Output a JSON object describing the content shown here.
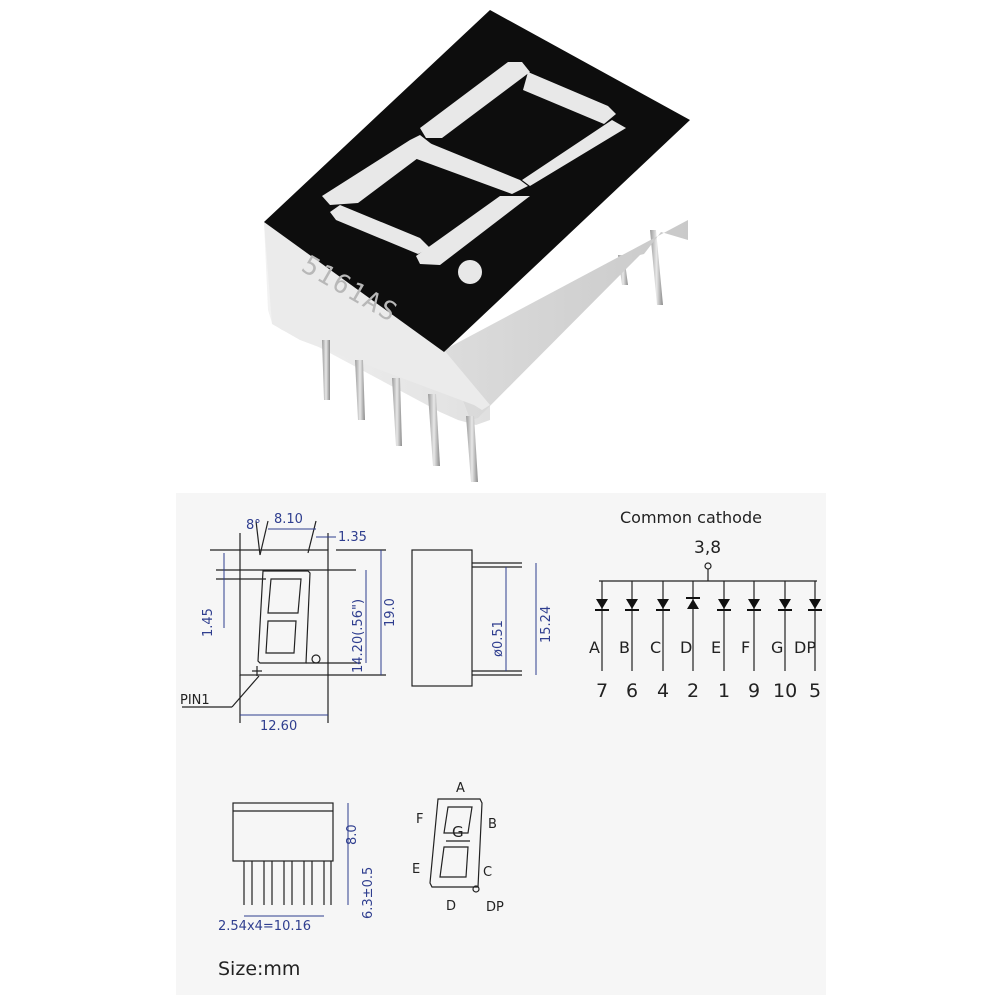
{
  "product": {
    "part_marking": "5161AS"
  },
  "front_view": {
    "angle": "8°",
    "width_top": "8.10",
    "offset_right": "1.35",
    "digit_height": "14.20(.56\")",
    "total_height": "19.0",
    "seg_thickness": "1.45",
    "pin1_label": "PIN1",
    "width_bottom": "12.60"
  },
  "side_view": {
    "pin_diameter": "ø0.51",
    "pin_pitch_height": "15.24"
  },
  "bottom_view": {
    "body_height": "8.0",
    "pin_length": "6.3±0.5",
    "pitch": "2.54x4=10.16"
  },
  "schematic": {
    "title": "Common cathode",
    "common_pins": "3,8",
    "segments": [
      "A",
      "B",
      "C",
      "D",
      "E",
      "F",
      "G",
      "DP"
    ],
    "pins": [
      "7",
      "6",
      "4",
      "2",
      "1",
      "9",
      "10",
      "5"
    ]
  },
  "segment_map": {
    "labels": [
      "A",
      "B",
      "C",
      "D",
      "E",
      "F",
      "G",
      "DP"
    ]
  },
  "size_note": "Size:mm"
}
